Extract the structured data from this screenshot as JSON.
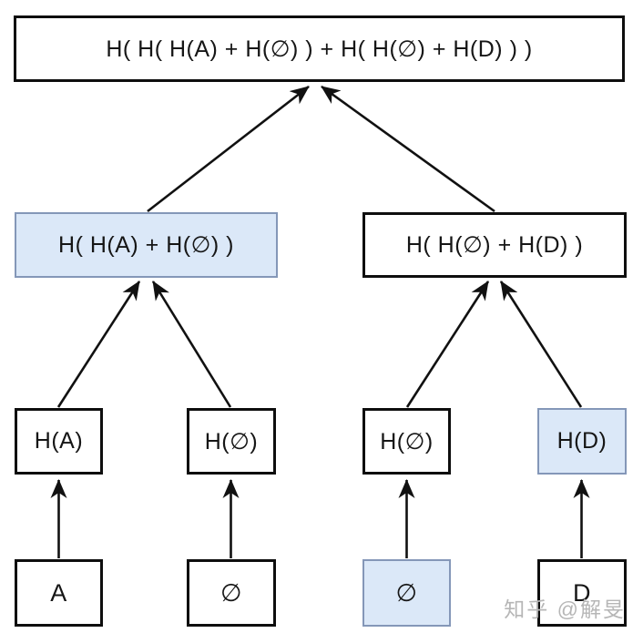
{
  "tree": {
    "root": {
      "label": "H( H( H(A) + H(∅) ) + H( H(∅) + H(D) ) )",
      "highlighted": false
    },
    "level2": [
      {
        "label": "H( H(A) + H(∅) )",
        "highlighted": true
      },
      {
        "label": "H( H(∅) + H(D) )",
        "highlighted": false
      }
    ],
    "level3": [
      {
        "label": "H(A)",
        "highlighted": false
      },
      {
        "label": "H(∅)",
        "highlighted": false
      },
      {
        "label": "H(∅)",
        "highlighted": false
      },
      {
        "label": "H(D)",
        "highlighted": true
      }
    ],
    "leaves": [
      {
        "label": "A",
        "highlighted": false
      },
      {
        "label": "∅",
        "highlighted": false
      },
      {
        "label": "∅",
        "highlighted": true
      },
      {
        "label": "D",
        "highlighted": false
      }
    ]
  },
  "watermark": {
    "text": "知乎 @解旻"
  },
  "colors": {
    "highlight_fill": "#dbe8f8",
    "highlight_border": "#8497b8",
    "box_border": "#0e0e0e",
    "arrow": "#111111",
    "background": "#ffffff",
    "watermark": "#b6b6b6"
  }
}
